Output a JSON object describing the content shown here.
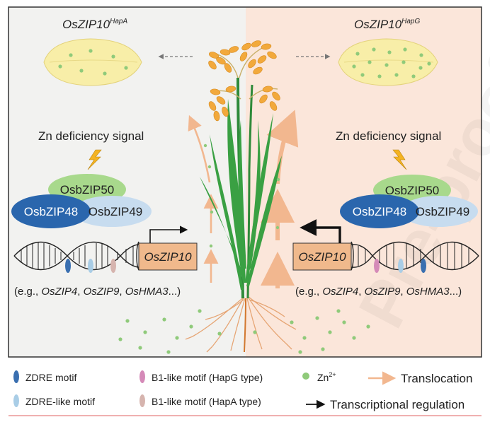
{
  "panels": {
    "left": {
      "title_main": "OsZIP10",
      "title_sup": "HapA",
      "signal": "Zn deficiency signal",
      "tf_top": "OsbZIP50",
      "tf_left": "OsbZIP48",
      "tf_right": "OsbZIP49",
      "gene": "OsZIP10",
      "targets": {
        "pre": "(e.g., ",
        "g1": "OsZIP4",
        "sep1": ", ",
        "g2": "OsZIP9",
        "sep2": ", ",
        "g3": "OsHMA3",
        "post": "...)"
      }
    },
    "right": {
      "title_main": "OsZIP10",
      "title_sup": "HapG",
      "signal": "Zn deficiency signal",
      "tf_top": "OsbZIP50",
      "tf_left": "OsbZIP48",
      "tf_right": "OsbZIP49",
      "gene": "OsZIP10",
      "targets": {
        "pre": "(e.g., ",
        "g1": "OsZIP4",
        "sep1": ", ",
        "g2": "OsZIP9",
        "sep2": ", ",
        "g3": "OsHMA3",
        "post": "...)"
      }
    }
  },
  "legend": {
    "zdre": "ZDRE motif",
    "zdre_like": "ZDRE-like motif",
    "b1_hapg": "B1-like motif (HapG type)",
    "b1_hapa": "B1-like motif (HapA type)",
    "zn_main": "Zn",
    "zn_sup": "2+",
    "translocation": "Translocation",
    "transcriptional": "Transcriptional regulation"
  },
  "colors": {
    "left_bg": "#f2f2f0",
    "right_bg": "#fbe6da",
    "zdre": "#3a6fb0",
    "zdre_like": "#a9cde6",
    "b1_hapg": "#d58ab8",
    "b1_hapa": "#d6b4ae",
    "zn": "#8fca7a",
    "osbzip50": "#a8d98c",
    "osbzip48": "#2a66ad",
    "osbzip49": "#c7dcef",
    "gene_box": "#f0b98c",
    "arrow": "#f2b78f",
    "grain": "#f8eea8",
    "panicle": "#f2a93c",
    "leaf": "#3aa043",
    "root": "#e6a574"
  },
  "watermark": "Pre-proof"
}
